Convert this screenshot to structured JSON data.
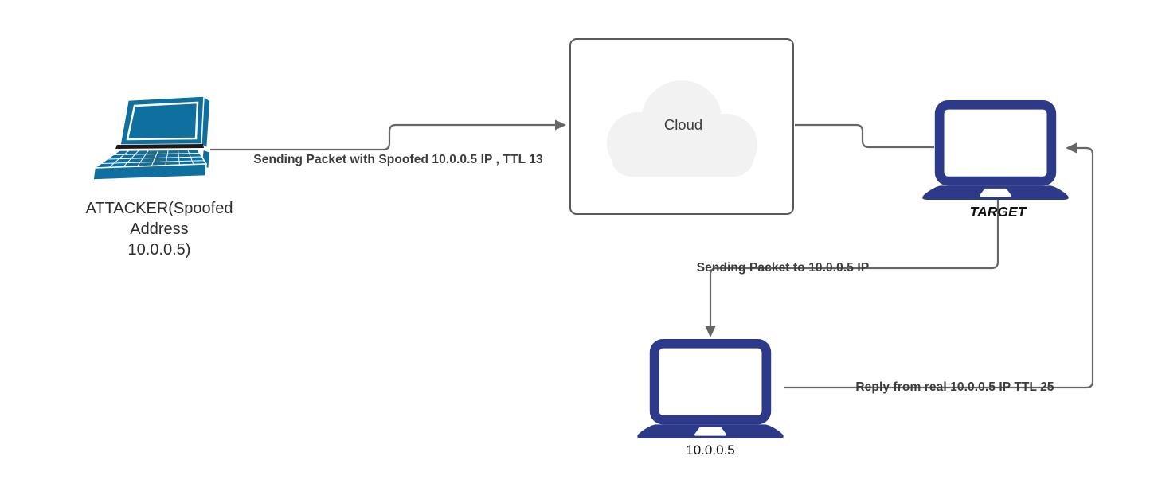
{
  "diagram": {
    "type": "network-attack-flow",
    "nodes": {
      "attacker": {
        "icon": "isometric-laptop",
        "label_lines": [
          "ATTACKER(Spoofed",
          "Address",
          "10.0.0.5)"
        ]
      },
      "cloud": {
        "icon": "cloud",
        "label": "Cloud"
      },
      "target": {
        "icon": "laptop",
        "label": "TARGET"
      },
      "real_host": {
        "icon": "laptop",
        "label": "10.0.0.5"
      }
    },
    "edges": {
      "spoofed_packet": {
        "from": "attacker",
        "to": "cloud",
        "arrow": "to",
        "label": "Sending Packet with Spoofed 10.0.0.5 IP , TTL 13"
      },
      "cloud_to_target": {
        "from": "cloud",
        "to": "target",
        "arrow": "none"
      },
      "packet_to_real": {
        "from": "target",
        "to": "real_host",
        "arrow": "to",
        "label": "Sending Packet to 10.0.0.5 IP"
      },
      "reply": {
        "from": "real_host",
        "to": "target",
        "arrow": "to",
        "label": "Reply from real 10.0.0.5 IP TTL 25"
      }
    },
    "colors": {
      "attacker_laptop": "#0f6f9e",
      "navy_laptop": "#2d3a8a",
      "connector": "#666666",
      "cloud_fill": "#f2f2f2",
      "box_border": "#595959",
      "edge_label_text": "#3c3c3c",
      "node_label_text": "#1f1f1f",
      "background": "#ffffff"
    }
  }
}
